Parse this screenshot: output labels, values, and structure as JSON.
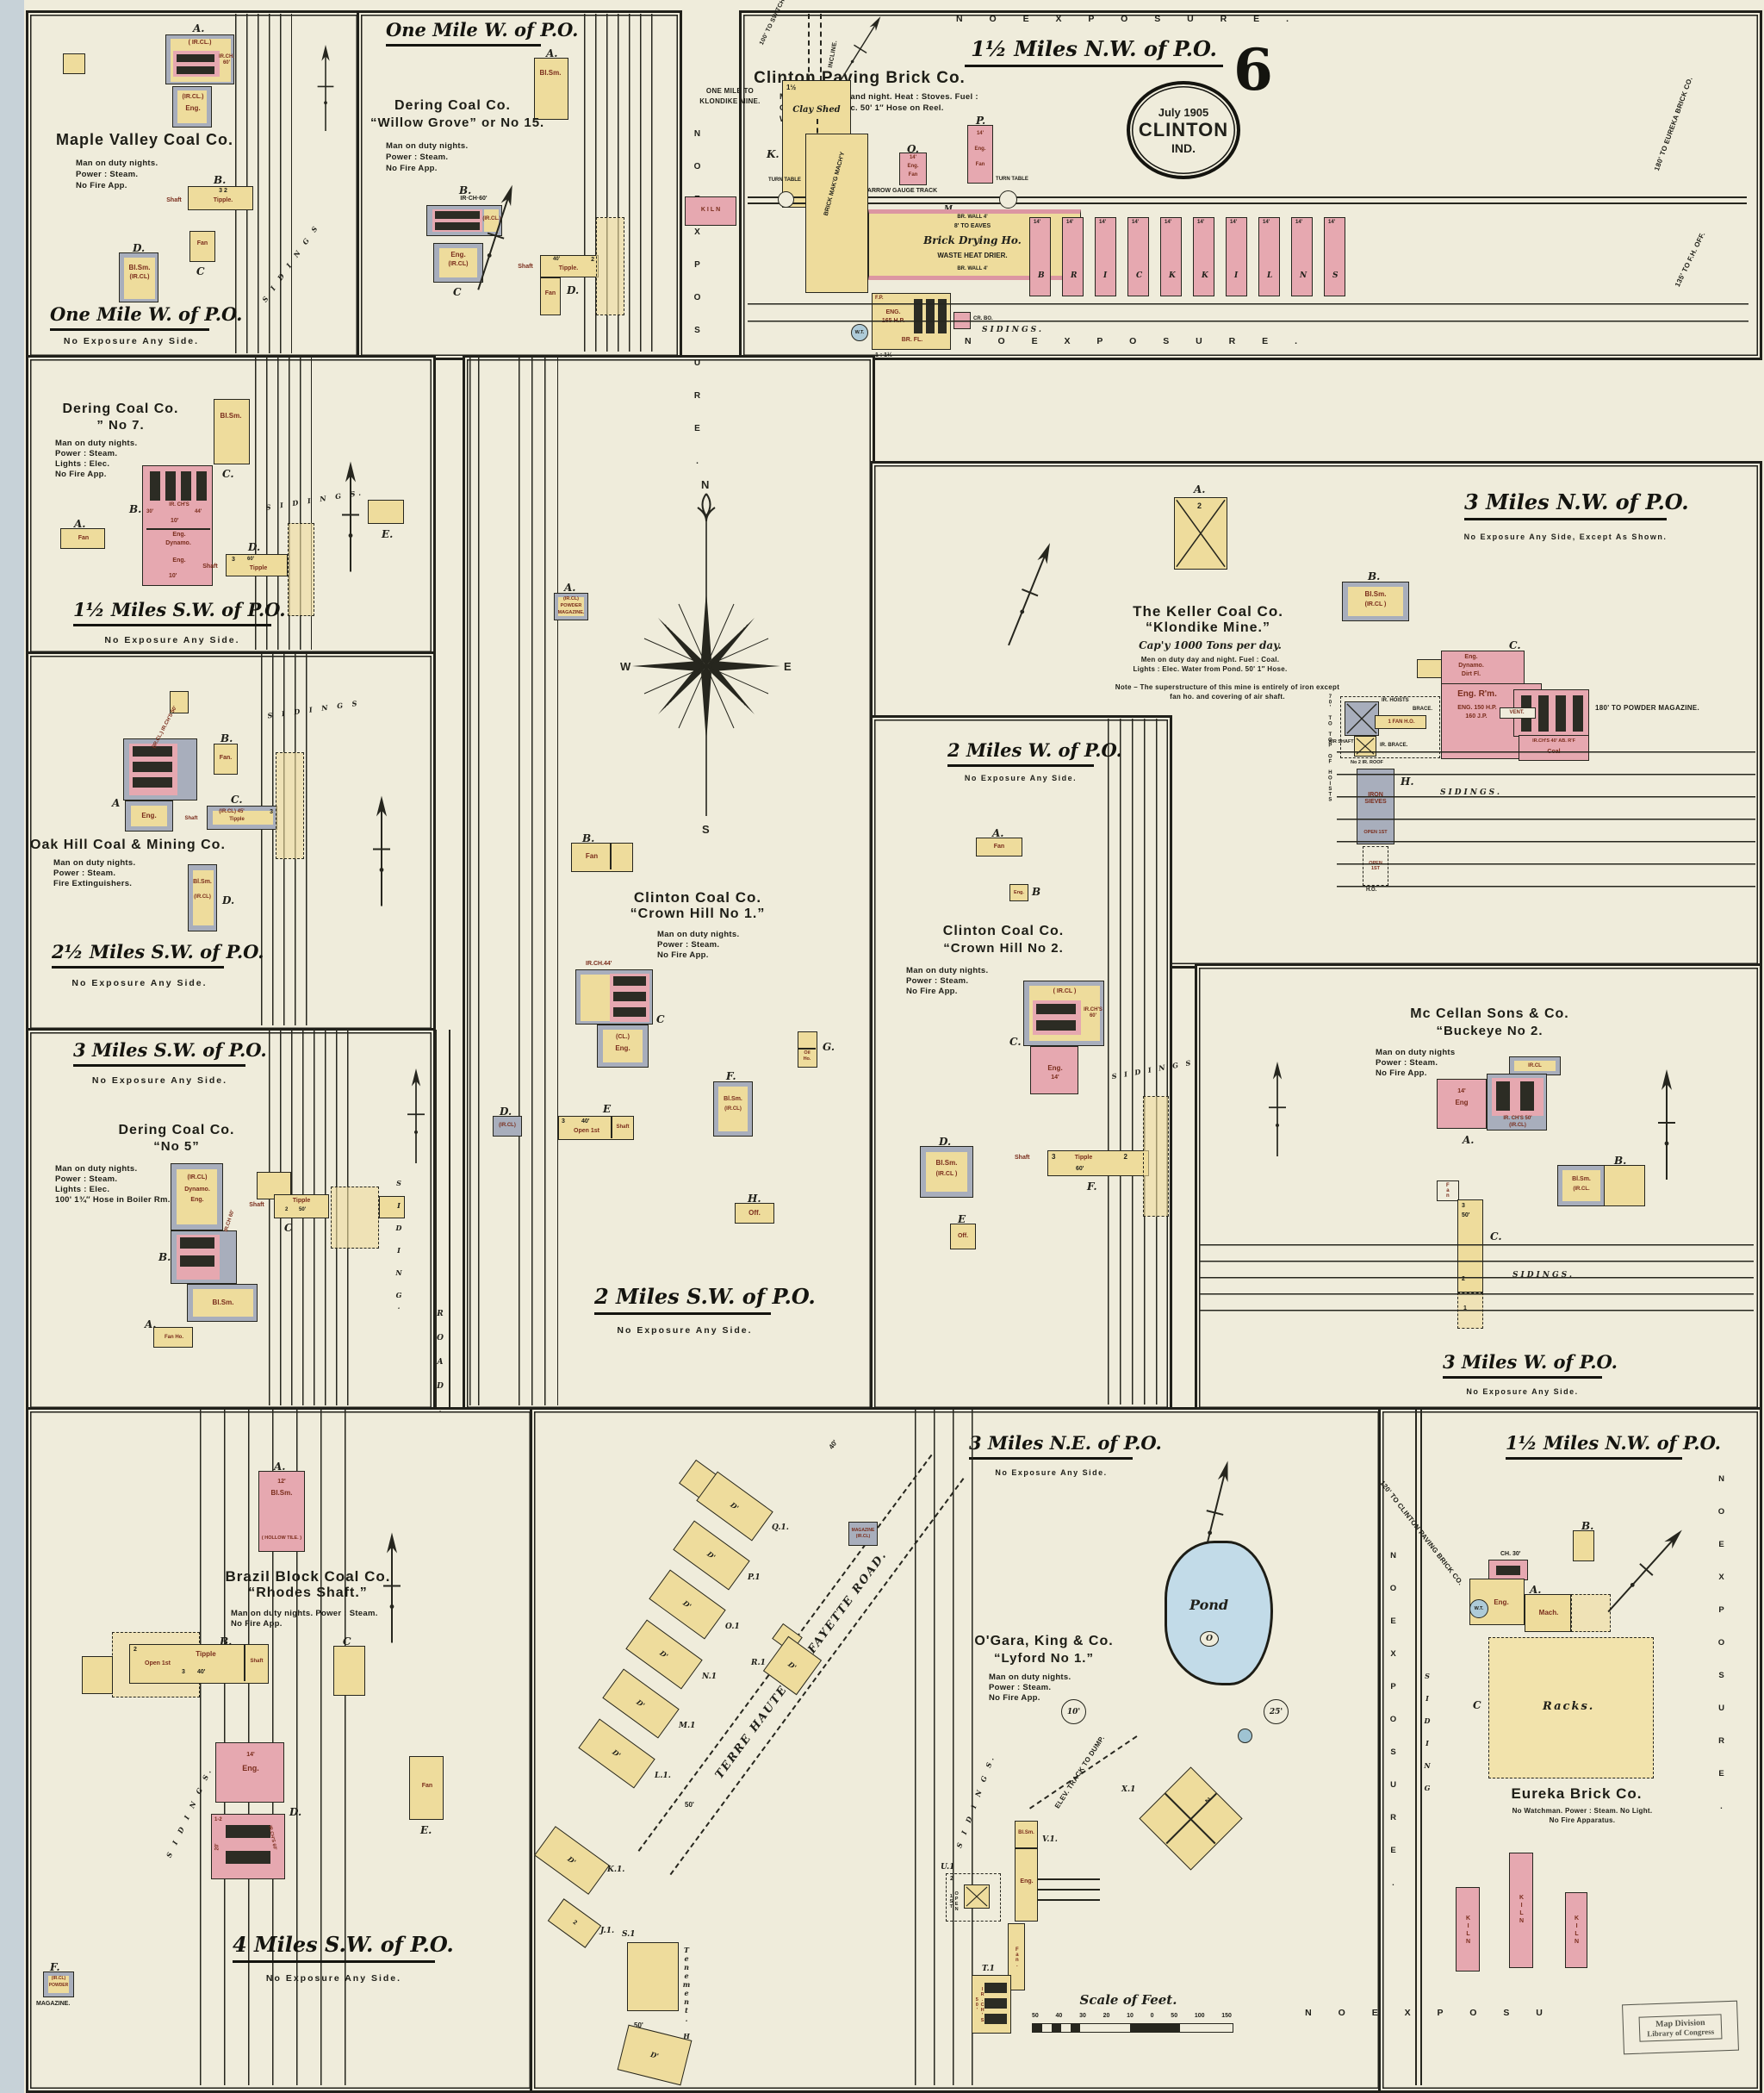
{
  "page": {
    "number": "6",
    "scale_label": "Scale of Feet.",
    "scale_ticks": [
      "50",
      "40",
      "30",
      "20",
      "10",
      "0",
      "50",
      "100",
      "150"
    ],
    "stamp_line1": "Map Division",
    "stamp_line2": "Library of Congress"
  },
  "logo": {
    "date": "July 1905",
    "city": "CLINTON",
    "state": "IND."
  },
  "compass": {
    "n": "N",
    "s": "S",
    "e": "E",
    "w": "W"
  },
  "free": {
    "no_exposure_vert": "N O  E X P O S U R E .",
    "road": "R O A D .",
    "kiln": "KILN"
  },
  "panels": {
    "maple_valley": {
      "title": "Maple Valley Coal Co.",
      "notes": [
        "Man on duty nights.",
        "Power : Steam.",
        "No Fire App."
      ],
      "header": "One Mile W. of P.O.",
      "no_exposure": "No Exposure Any Side.",
      "sidings": "S I D I N G S",
      "a_letter": "A.",
      "a_ircl": "( IR.CL.)",
      "a_irch": "IR.CH. 60'",
      "a_eng1": "(IR.CL.)",
      "a_eng2": "Eng.",
      "b_letter": "B.",
      "b_nums": "3   2",
      "b_shaft": "Shaft",
      "b_tipple": "Tipple.",
      "c_letter": "C",
      "c_fan": "Fan",
      "d_letter": "D.",
      "d1": "Bl.Sm.",
      "d2": "(IR.CL)"
    },
    "willow_grove": {
      "header": "One Mile W. of P.O.",
      "title1": "Dering Coal Co.",
      "title2": "“Willow Grove” or No 15.",
      "notes": [
        "Man on duty nights.",
        "Power : Steam.",
        "No Fire App."
      ],
      "a_letter": "A.",
      "a": "Bl.Sm.",
      "b_letter": "B.",
      "b_dim": "IR·CH·60'",
      "b_ircl": "(IR.CL.)",
      "c_letter": "C",
      "c1": "Eng.",
      "c2": "(IR.CL)",
      "d_letter": "D.",
      "d_shaft": "Shaft",
      "d_tipple": "Tipple.",
      "d_dim": "40'",
      "d_num": "2",
      "d_fan": "Fan"
    },
    "clinton_paving": {
      "top_exposure": "N O  E X P O S U R E .",
      "header": "1½ Miles N.W. of P.O.",
      "title": "Clinton Paving Brick Co.",
      "notes": [
        "Men on duty day and night.  Heat : Stoves.  Fuel :",
        "Coal.  Lights : Elec.  50' 1″ Hose on Reel.",
        "Well Water."
      ],
      "klondike1": "ONE MILE TO",
      "klondike2": "KLONDIKE MINE.",
      "incline": "INCLINE.",
      "switch_note": "100' TO SWITCH.",
      "k_letter": "K.",
      "clay_shed": "Clay Shed",
      "clay_dim": "1½",
      "o_letter": "O.",
      "o1": "14'",
      "o2": "Eng.",
      "o3": "Fan",
      "p_letter": "P.",
      "p1": "14'",
      "p2": "Eng.",
      "p3": "Fan",
      "turn_table": "TURN TABLE",
      "narrow_gauge": "NARROW GAUGE TRACK",
      "m_letter": "M.",
      "wall_top": "BR. WALL 4'",
      "eaves": "8' TO EAVES",
      "drying": "Brick Drying Ho.",
      "drier": "WASTE HEAT DRIER.",
      "wall_bot": "BR. WALL 4'",
      "machy": "BRICK MAK'G MACH'Y",
      "kiln_single": "KILN",
      "fp": "F.P.",
      "eng165a": "ENG.",
      "eng165b": "165 H.P.",
      "br_fl": "BR. FL.",
      "dim115": "1 : 1½",
      "cr_bo": "CR. BO.",
      "wt": "W.T.",
      "kiln_dim": "14'",
      "kiln_letters": [
        "B",
        "R",
        "I",
        "C",
        "K",
        "K",
        "I",
        "L",
        "N",
        "S"
      ],
      "sidings": "SIDINGS.",
      "bottom_exposure": "N O  E X P O S U R E .",
      "eureka_note": "180' TO EUREKA BRICK CO.",
      "fh_note": "135' TO F.H. OFF."
    },
    "dering7": {
      "title1": "Dering Coal Co.",
      "title2": "” No 7.",
      "notes": [
        "Man on duty nights.",
        "Power : Steam.",
        "Lights : Elec.",
        "No Fire App."
      ],
      "a_letter": "A.",
      "a": "Fan",
      "b_letter": "B.",
      "b_irch": "IR. CH'S",
      "b_30": "30'",
      "b_44": "44'",
      "b_10a": "10'",
      "b_eng": "Eng.",
      "b_dyn": "Dynamo.",
      "b_eng2": "Eng.",
      "b_10b": "10'",
      "c_letter": "C.",
      "c": "Bl.Sm.",
      "d_letter": "D.",
      "d_shaft": "Shaft",
      "d_tipple": "Tipple",
      "d_n": "3",
      "d_dim": "60'",
      "e_letter": "E.",
      "sidings": "S I D I N G S.",
      "header": "1½ Miles S.W. of P.O.",
      "no_exposure": "No Exposure Any Side."
    },
    "oak_hill": {
      "title": "Oak Hill Coal & Mining Co.",
      "notes": [
        "Man on duty nights.",
        "Power : Steam.",
        "Fire Extinguishers."
      ],
      "a_letter": "A",
      "a_irch": "(IR.CL.) IR.CH'S 50'",
      "a_eng": "Eng.",
      "b_letter": "B.",
      "b": "Fan.",
      "c_letter": "C.",
      "c_shaft": "Shaft",
      "c_ircl": "(IR.CL) 45'",
      "c_tipple": "Tipple",
      "c_n": "3",
      "d_letter": "D.",
      "d1": "Bl.Sm.",
      "d2": "(IR.CL)",
      "sidings": "S I D I N G S",
      "header": "2½ Miles S.W. of P.O.",
      "no_exposure": "No Exposure Any Side."
    },
    "dering5": {
      "header": "3 Miles S.W. of P.O.",
      "no_exposure": "No Exposure Any Side.",
      "title1": "Dering Coal Co.",
      "title2": "“No 5”",
      "notes": [
        "Man on duty nights.",
        "Power : Steam.",
        "Lights : Elec.",
        "100' 1¾″ Hose in Boiler Rm."
      ],
      "m_ircl": "(IR.CL)",
      "m_dyn": "Dynamo.",
      "m_eng": "Eng.",
      "b_letter": "B.",
      "b_irch": "IR.CH 60'",
      "blsm": "Bl.Sm.",
      "a_letter": "A.",
      "a": "Fan Ho.",
      "c_letter": "C",
      "c_shaft": "Shaft",
      "c_tipple": "Tipple",
      "c_n": "2",
      "c_dim": "50'",
      "siding": "S I D I N G.",
      "road": "R O A D ."
    },
    "crown_hill1": {
      "a_letter": "A.",
      "a1": "(IR.CL)",
      "a2": "POWDER",
      "a3": "MAGAZINE.",
      "b_letter": "B.",
      "b": "Fan",
      "title1": "Clinton Coal Co.",
      "title2": "“Crown Hill No 1.”",
      "notes": [
        "Man on duty nights.",
        "Power : Steam.",
        "No Fire App."
      ],
      "c_letter": "C",
      "c_irch": "IR.CH.44'",
      "c_cl": "(CL.)",
      "c_eng": "Eng.",
      "d_letter": "D.",
      "d": "(IR.CL)",
      "e_letter": "E",
      "e_n": "3",
      "e_dim": "40'",
      "e_open": "Open 1st",
      "e_shaft": "Shaft",
      "f_letter": "F.",
      "f1": "Bl.Sm.",
      "f2": "(IR.CL)",
      "g_letter": "G.",
      "g1": "Oil",
      "g2": "Ho.",
      "g3": "1",
      "h_letter": "H.",
      "h": "Off.",
      "header": "2 Miles S.W. of P.O.",
      "no_exposure": "No Exposure Any Side."
    },
    "klondike": {
      "header": "3 Miles N.W. of P.O.",
      "sub": "No Exposure Any Side, Except As Shown.",
      "a_letter": "A.",
      "a_n": "2",
      "title1": "The Keller Coal Co.",
      "title2": "“Klondike Mine.”",
      "capy": "Cap'y 1000 Tons per day.",
      "notes": [
        "Men on duty day and night.  Fuel : Coal.",
        "Lights : Elec.  Water from Pond.  50' 1″ Hose."
      ],
      "note": [
        "Note – The superstructure of this mine is entirely of iron except",
        "fan ho. and covering of air shaft."
      ],
      "b_letter": "B.",
      "b1": "Bl.Sm.",
      "b2": "(IR.CL )",
      "c_letter": "C.",
      "c_eng": "Eng.",
      "c_dyn": "Dynamo.",
      "c_dirt": "Dirt Fl.",
      "c_rm": "Eng. R'm.",
      "c_hp": "ENG. 150 H.P.",
      "c_jp": "160 J.P.",
      "c_vent": "VENT.",
      "c_irch": "IR.CH'S 40' AB. R'F",
      "c_coal": "Coal",
      "hoists": "70' TO TOP OF HOISTS",
      "ir_hoists": "IR. HOISTS",
      "brace": "BRACE.",
      "fan_ho": "1 FAN H.O.",
      "air_shaft": "AIR SHAFT",
      "ir_brace": "IR. BRACE.",
      "n2roof": "No 2 IR. ROOF",
      "sieves": "IRON SIEVES",
      "open1st": "OPEN 1ST",
      "h_letter": "H.",
      "ho": "H.O.",
      "powder_note": "180' TO POWDER MAGAZINE.",
      "sidings": "SIDINGS."
    },
    "crown_hill2": {
      "header": "2 Miles W. of P.O.",
      "no_exposure": "No Exposure Any Side.",
      "a_letter": "A.",
      "a": "Fan",
      "b_letter": "B",
      "b": "Eng.",
      "title1": "Clinton Coal Co.",
      "title2": "“Crown Hill No 2.",
      "notes": [
        "Man on duty nights.",
        "Power : Steam.",
        "No Fire App."
      ],
      "c_letter": "C.",
      "c_ircl": "( IR.CL )",
      "c_irch": "IR.CH'S 60'",
      "c_eng": "Eng.",
      "c_dim": "14'",
      "d_letter": "D.",
      "d1": "Bl.Sm.",
      "d2": "(IR.CL )",
      "e_letter": "E",
      "e": "Off.",
      "f_letter": "F.",
      "f_shaft": "Shaft",
      "f_n1": "3",
      "f_tipple": "Tipple",
      "f_dim": "60'",
      "f_n2": "2",
      "sidings": "S I D I N G S"
    },
    "mccellan": {
      "title1": "Mc Cellan Sons & Co.",
      "title2": "“Buckeye No 2.",
      "notes": [
        "Man on duty nights",
        "Power : Steam.",
        "No Fire App."
      ],
      "a_letter": "A.",
      "a_dim": "14'",
      "a_eng": "Eng",
      "a_ircl": "IR.CL",
      "a_irch": "IR. CH'S 50'",
      "a_ircl2": "(IR.CL)",
      "b_letter": "B.",
      "b1": "Bl.Sm.",
      "b2": "(IR.CL.",
      "c_letter": "C.",
      "c_fan": "Fan",
      "c_n1": "3",
      "c_dim": "50'",
      "c_n2": "2",
      "c_n3": "1",
      "sidings": "SIDINGS.",
      "header": "3 Miles W. of P.O.",
      "no_exposure": "No Exposure Any Side."
    },
    "brazil": {
      "a_letter": "A.",
      "a_dim": "12'",
      "a": "Bl.Sm.",
      "a_tile": "( HOLLOW TILE. )",
      "title1": "Brazil Block Coal Co.",
      "title2": "“Rhodes Shaft.”",
      "notes": [
        "Man on duty nights.  Power : Steam.",
        "No Fire App."
      ],
      "b_letter": "B.",
      "b_n2": "2",
      "b_open": "Open 1st",
      "b_tipple": "Tipple",
      "b_n3": "3",
      "b_dim": "40'",
      "b_shaft": "Shaft",
      "c_letter": "C",
      "eng_dim": "14'",
      "eng": "Eng.",
      "d_letter": "D.",
      "d_n": "1-2",
      "d_dim": "20'",
      "d_irch": "IR.CH'S 60'",
      "e_letter": "E.",
      "e": "Fan",
      "f_letter": "F.",
      "f1": "(IR.CL)",
      "f2": "POWDER",
      "f3": "MAGAZINE.",
      "header": "4 Miles S.W. of P.O.",
      "no_exposure": "No Exposure Any Side.",
      "sidings": "S I D I N G S."
    },
    "ogara": {
      "header": "3 Miles N.E. of P.O.",
      "no_exposure": "No Exposure Any Side.",
      "road": "TERRE HAUTE & LAFAYETTE ROAD.",
      "dim40": "40'",
      "dim50a": "50'",
      "dim50b": "50'",
      "house_d": "D'",
      "h_q": "Q.1.",
      "h_p": "P.1",
      "h_o": "O.1",
      "h_n": "N.1",
      "h_m": "M.1",
      "h_l": "L.1.",
      "h_r": "R.1",
      "h_k": "K.1.",
      "h_j": "J.1.",
      "h_s": "S.1",
      "h_t": "T.1",
      "h_u": "U.1",
      "h_v": "V.1.",
      "h_x": "X.1",
      "mag1": "MAGAZINE",
      "mag2": "(IR.CL)",
      "title1": "O'Gara, King & Co.",
      "title2": "“Lyford No 1.”",
      "notes": [
        "Man on duty nights.",
        "Power : Steam.",
        "No Fire App."
      ],
      "pond": "Pond",
      "pond_o": "O",
      "circle10": "10'",
      "circle25": "25'",
      "elev": "ELEV. TRACK TO DUMP.",
      "blsm": "Bl.Sm.",
      "eng": "Eng.",
      "fan": "Fan.",
      "irch": "IR.CH'S 50'",
      "open1st": "OPEN 1ST",
      "n2": "2",
      "tenement": "Tenement. H.",
      "sidings": "S I D I N G S."
    },
    "eureka": {
      "header": "1½ Miles N.W. of P.O.",
      "clinton_note": "120' TO CLINTON PAVING BRICK CO.",
      "no_exposure_left": "N O  E X P O S U R E .",
      "siding": "S I D I N G",
      "a_letter": "A.",
      "ch30": "CH. 30'",
      "eng": "Eng.",
      "mach": "Mach.",
      "wt": "W.T.",
      "b_letter": "B.",
      "c_letter": "C",
      "racks": "Racks.",
      "title": "Eureka Brick Co.",
      "notes": [
        "No Watchman.  Power : Steam.  No Light.",
        "No Fire Apparatus."
      ],
      "kiln": "KILN",
      "bottom_exposure": "N O  E X P O S U",
      "no_exposure_right": "N O  E X P O S U R E ."
    }
  }
}
